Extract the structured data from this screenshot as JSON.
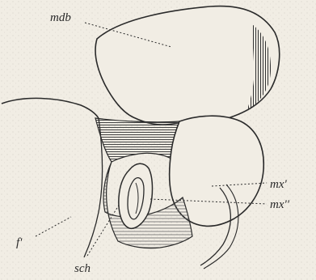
{
  "figure": {
    "labels": {
      "mdb": "mdb",
      "mx1": "mx'",
      "mx2": "mx''",
      "f": "f'",
      "sch": "sch"
    },
    "colors": {
      "paper": "#f1ede4",
      "ink": "#2a2a2a",
      "hatch": "#555555"
    }
  }
}
